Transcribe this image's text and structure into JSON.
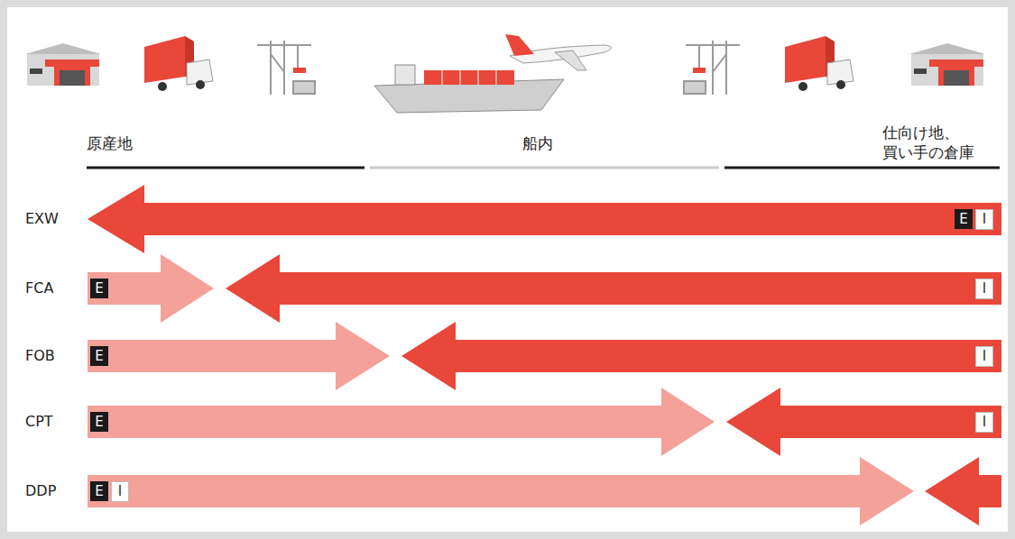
{
  "diagram": {
    "nodes": [
      {
        "text": [
          "E"
        ]
      },
      {
        "text": [
          "I"
        ]
      },
      {
        "text": [
          "E"
        ]
      },
      {
        "text": [
          "I"
        ]
      },
      {
        "text": [
          "E"
        ]
      },
      {
        "text": [
          "I"
        ]
      },
      {
        "text": [
          "E"
        ]
      },
      {
        "text": [
          "I"
        ]
      },
      {
        "text": [
          "E"
        ]
      },
      {
        "text": [
          "I"
        ]
      }
    ],
    "labels": [
      "原産地",
      "船内",
      "仕向け地、 買い手の倉庫",
      "EXW",
      "FCA",
      "FOB",
      "CPT",
      "DDP"
    ]
  }
}
